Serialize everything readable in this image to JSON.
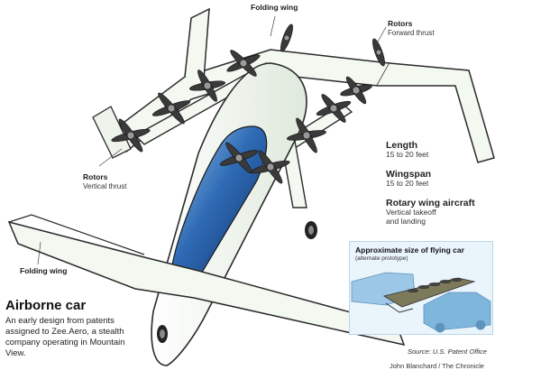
{
  "callouts": {
    "folding_wing_top": "Folding wing",
    "rotors_forward_title": "Rotors",
    "rotors_forward_sub": "Forward thrust",
    "rotors_vertical_title": "Rotors",
    "rotors_vertical_sub": "Vertical thrust",
    "folding_wing_left": "Folding wing"
  },
  "specs": [
    {
      "title": "Length",
      "value": "15 to 20 feet"
    },
    {
      "title": "Wingspan",
      "value": "15 to 20 feet"
    },
    {
      "title": "Rotary wing aircraft",
      "value": "Vertical takeoff",
      "value2": "and landing"
    }
  ],
  "inset": {
    "title": "Approximate size of flying car",
    "subtitle": "(alternate prototype)"
  },
  "main": {
    "title": "Airborne car",
    "description": "An early design from patents assigned to Zee.Aero, a stealth company operating in Mountain View."
  },
  "credits": {
    "source": "Source: U.S. Patent Office",
    "byline": "John Blanchard / The Chronicle"
  },
  "colors": {
    "airframe": "#f3f8f1",
    "outline": "#2a2a2a",
    "cockpit": "#2f6bb5",
    "inset_bg": "#eaf4fb",
    "inset_car": "#7fb6dc"
  }
}
